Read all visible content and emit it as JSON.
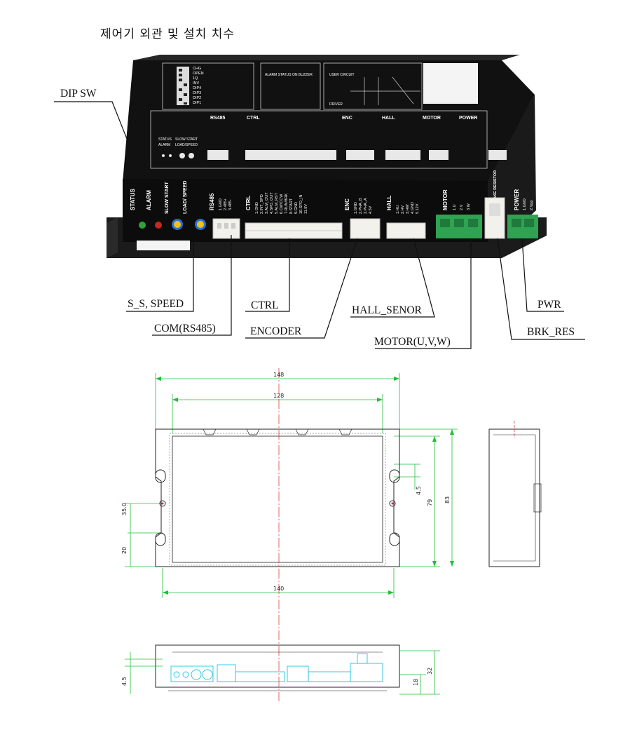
{
  "title": "제어기 외관 및 설치 치수",
  "callouts": {
    "dip_sw": "DIP SW",
    "s_s_speed": "S_S, SPEED",
    "com_rs485": "COM(RS485)",
    "ctrl": "CTRL",
    "encoder": "ENCODER",
    "hall_senor": "HALL_SENOR",
    "motor_uvw": "MOTOR(U,V,W)",
    "pwr": "PWR",
    "brk_res": "BRK_RES"
  },
  "panel": {
    "dip_labels": [
      "CHG",
      "OPEN",
      "1Q",
      "INV",
      "DIP4",
      "DIP3",
      "DIP2",
      "DIP1"
    ],
    "sections": [
      "RS485",
      "CTRL",
      "ENC",
      "HALL",
      "MOTOR",
      "POWER"
    ],
    "status_labels": [
      "STATUS",
      "ALARM"
    ],
    "start_labels": [
      "SLOW START",
      "LOAD/SPEED"
    ],
    "alarm_header": "ALARM STATUS ON BUZZER",
    "user_circuit": "USER CIRCUIT",
    "driver": "DRIVER"
  },
  "front": {
    "vertical_labels": [
      "STATUS",
      "ALARM",
      "SLOW START",
      "LOAD/ SPEED",
      "RS485",
      "CTRL",
      "ENC",
      "HALL",
      "MOTOR",
      "BRAKE RESISTOR",
      "POWER"
    ],
    "rs485_pins": [
      "1.GND",
      "2.485+",
      "3.485-"
    ],
    "ctrl_pins": [
      "1.GND",
      "2.INT_SPD",
      "3.ALM_OUT",
      "4.SPD_OUT",
      "5.ALM_RST",
      "6.CW/CCW",
      "7.RUN/BRK",
      "8.START",
      "9.GND",
      "10.SPD_IN",
      "11.5V"
    ],
    "enc_pins": [
      "1.GND",
      "2.PHA_B",
      "3.PHA_A",
      "4.5V"
    ],
    "hall_pins": [
      "1.HU",
      "2.HV",
      "3.HW",
      "4.GND",
      "5.12V"
    ],
    "motor_pins": [
      "1.U",
      "2.V",
      "3.W"
    ],
    "power_pins": [
      "1.GND",
      "2.Vpp"
    ]
  },
  "dimensions": {
    "top_outer": "148",
    "top_inner": "128",
    "bottom": "140",
    "left_upper": "35.0",
    "left_lower": "20",
    "right_small": "4.5",
    "right_mid": "79",
    "right_outer": "83",
    "bottom_left": "4.5",
    "bottom_right_inner": "18",
    "bottom_right_outer": "32"
  }
}
